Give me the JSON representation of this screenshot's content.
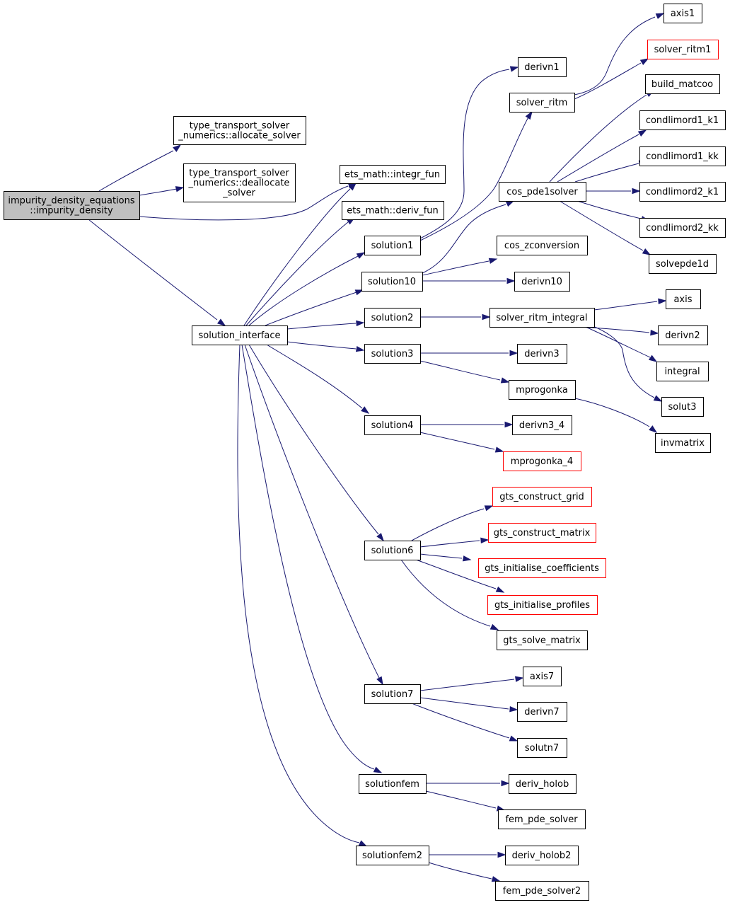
{
  "colors": {
    "edge": "#191970",
    "node_border": "#000000",
    "node_border_external": "#ff0000",
    "root_fill": "#bfbfbf",
    "node_fill": "#ffffff"
  },
  "nodes": [
    {
      "id": "impurity_density",
      "lines": [
        "impurity_density_equations",
        "::impurity_density"
      ],
      "root": true
    },
    {
      "id": "allocate_solver",
      "lines": [
        "type_transport_solver",
        "_numerics::allocate_solver"
      ]
    },
    {
      "id": "deallocate_solver",
      "lines": [
        "type_transport_solver",
        "_numerics::deallocate",
        "_solver"
      ]
    },
    {
      "id": "integr_fun",
      "lines": [
        "ets_math::integr_fun"
      ]
    },
    {
      "id": "deriv_fun",
      "lines": [
        "ets_math::deriv_fun"
      ]
    },
    {
      "id": "solution_interface",
      "lines": [
        "solution_interface"
      ]
    },
    {
      "id": "solution1",
      "lines": [
        "solution1"
      ]
    },
    {
      "id": "solution10",
      "lines": [
        "solution10"
      ]
    },
    {
      "id": "solution2",
      "lines": [
        "solution2"
      ]
    },
    {
      "id": "solution3",
      "lines": [
        "solution3"
      ]
    },
    {
      "id": "solution4",
      "lines": [
        "solution4"
      ]
    },
    {
      "id": "solution6",
      "lines": [
        "solution6"
      ]
    },
    {
      "id": "solution7",
      "lines": [
        "solution7"
      ]
    },
    {
      "id": "solutionfem",
      "lines": [
        "solutionfem"
      ]
    },
    {
      "id": "solutionfem2",
      "lines": [
        "solutionfem2"
      ]
    },
    {
      "id": "derivn1",
      "lines": [
        "derivn1"
      ]
    },
    {
      "id": "solver_ritm",
      "lines": [
        "solver_ritm"
      ]
    },
    {
      "id": "cos_pde1solver",
      "lines": [
        "cos_pde1solver"
      ]
    },
    {
      "id": "cos_zconversion",
      "lines": [
        "cos_zconversion"
      ]
    },
    {
      "id": "derivn10",
      "lines": [
        "derivn10"
      ]
    },
    {
      "id": "solver_ritm_integral",
      "lines": [
        "solver_ritm_integral"
      ]
    },
    {
      "id": "derivn3",
      "lines": [
        "derivn3"
      ]
    },
    {
      "id": "mprogonka",
      "lines": [
        "mprogonka"
      ]
    },
    {
      "id": "derivn3_4",
      "lines": [
        "derivn3_4"
      ]
    },
    {
      "id": "mprogonka_4",
      "lines": [
        "mprogonka_4"
      ],
      "external": true
    },
    {
      "id": "gts_construct_grid",
      "lines": [
        "gts_construct_grid"
      ],
      "external": true
    },
    {
      "id": "gts_construct_matrix",
      "lines": [
        "gts_construct_matrix"
      ],
      "external": true
    },
    {
      "id": "gts_initialise_coefficients",
      "lines": [
        "gts_initialise_coefficients"
      ],
      "external": true
    },
    {
      "id": "gts_initialise_profiles",
      "lines": [
        "gts_initialise_profiles"
      ],
      "external": true
    },
    {
      "id": "gts_solve_matrix",
      "lines": [
        "gts_solve_matrix"
      ]
    },
    {
      "id": "axis7",
      "lines": [
        "axis7"
      ]
    },
    {
      "id": "derivn7",
      "lines": [
        "derivn7"
      ]
    },
    {
      "id": "solutn7",
      "lines": [
        "solutn7"
      ]
    },
    {
      "id": "deriv_holob",
      "lines": [
        "deriv_holob"
      ]
    },
    {
      "id": "fem_pde_solver",
      "lines": [
        "fem_pde_solver"
      ]
    },
    {
      "id": "deriv_holob2",
      "lines": [
        "deriv_holob2"
      ]
    },
    {
      "id": "fem_pde_solver2",
      "lines": [
        "fem_pde_solver2"
      ]
    },
    {
      "id": "axis1",
      "lines": [
        "axis1"
      ]
    },
    {
      "id": "solver_ritm1",
      "lines": [
        "solver_ritm1"
      ],
      "external": true
    },
    {
      "id": "build_matcoo",
      "lines": [
        "build_matcoo"
      ]
    },
    {
      "id": "condlimord1_k1",
      "lines": [
        "condlimord1_k1"
      ]
    },
    {
      "id": "condlimord1_kk",
      "lines": [
        "condlimord1_kk"
      ]
    },
    {
      "id": "condlimord2_k1",
      "lines": [
        "condlimord2_k1"
      ]
    },
    {
      "id": "condlimord2_kk",
      "lines": [
        "condlimord2_kk"
      ]
    },
    {
      "id": "solvepde1d",
      "lines": [
        "solvepde1d"
      ]
    },
    {
      "id": "axis",
      "lines": [
        "axis"
      ]
    },
    {
      "id": "derivn2",
      "lines": [
        "derivn2"
      ]
    },
    {
      "id": "integral",
      "lines": [
        "integral"
      ]
    },
    {
      "id": "solut3",
      "lines": [
        "solut3"
      ]
    },
    {
      "id": "invmatrix",
      "lines": [
        "invmatrix"
      ]
    }
  ],
  "edges": [
    {
      "from": "impurity_density",
      "to": "allocate_solver"
    },
    {
      "from": "impurity_density",
      "to": "deallocate_solver"
    },
    {
      "from": "impurity_density",
      "to": "integr_fun"
    },
    {
      "from": "impurity_density",
      "to": "solution_interface"
    },
    {
      "from": "solution_interface",
      "to": "integr_fun"
    },
    {
      "from": "solution_interface",
      "to": "deriv_fun"
    },
    {
      "from": "solution_interface",
      "to": "solution1"
    },
    {
      "from": "solution_interface",
      "to": "solution10"
    },
    {
      "from": "solution_interface",
      "to": "solution2"
    },
    {
      "from": "solution_interface",
      "to": "solution3"
    },
    {
      "from": "solution_interface",
      "to": "solution4"
    },
    {
      "from": "solution_interface",
      "to": "solution6"
    },
    {
      "from": "solution_interface",
      "to": "solution7"
    },
    {
      "from": "solution_interface",
      "to": "solutionfem"
    },
    {
      "from": "solution_interface",
      "to": "solutionfem2"
    },
    {
      "from": "solution1",
      "to": "derivn1"
    },
    {
      "from": "solution1",
      "to": "solver_ritm"
    },
    {
      "from": "solution10",
      "to": "cos_pde1solver"
    },
    {
      "from": "solution10",
      "to": "cos_zconversion"
    },
    {
      "from": "solution10",
      "to": "derivn10"
    },
    {
      "from": "solution2",
      "to": "solver_ritm_integral"
    },
    {
      "from": "solution3",
      "to": "derivn3"
    },
    {
      "from": "solution3",
      "to": "mprogonka"
    },
    {
      "from": "solution4",
      "to": "derivn3_4"
    },
    {
      "from": "solution4",
      "to": "mprogonka_4"
    },
    {
      "from": "solution6",
      "to": "gts_construct_grid"
    },
    {
      "from": "solution6",
      "to": "gts_construct_matrix"
    },
    {
      "from": "solution6",
      "to": "gts_initialise_coefficients"
    },
    {
      "from": "solution6",
      "to": "gts_initialise_profiles"
    },
    {
      "from": "solution6",
      "to": "gts_solve_matrix"
    },
    {
      "from": "solution7",
      "to": "axis7"
    },
    {
      "from": "solution7",
      "to": "derivn7"
    },
    {
      "from": "solution7",
      "to": "solutn7"
    },
    {
      "from": "solutionfem",
      "to": "deriv_holob"
    },
    {
      "from": "solutionfem",
      "to": "fem_pde_solver"
    },
    {
      "from": "solutionfem2",
      "to": "deriv_holob2"
    },
    {
      "from": "solutionfem2",
      "to": "fem_pde_solver2"
    },
    {
      "from": "solver_ritm",
      "to": "axis1"
    },
    {
      "from": "solver_ritm",
      "to": "solver_ritm1"
    },
    {
      "from": "cos_pde1solver",
      "to": "build_matcoo"
    },
    {
      "from": "cos_pde1solver",
      "to": "condlimord1_k1"
    },
    {
      "from": "cos_pde1solver",
      "to": "condlimord1_kk"
    },
    {
      "from": "cos_pde1solver",
      "to": "condlimord2_k1"
    },
    {
      "from": "cos_pde1solver",
      "to": "condlimord2_kk"
    },
    {
      "from": "cos_pde1solver",
      "to": "solvepde1d"
    },
    {
      "from": "solver_ritm_integral",
      "to": "axis"
    },
    {
      "from": "solver_ritm_integral",
      "to": "derivn2"
    },
    {
      "from": "solver_ritm_integral",
      "to": "integral"
    },
    {
      "from": "solver_ritm_integral",
      "to": "solut3"
    },
    {
      "from": "mprogonka",
      "to": "invmatrix"
    }
  ]
}
